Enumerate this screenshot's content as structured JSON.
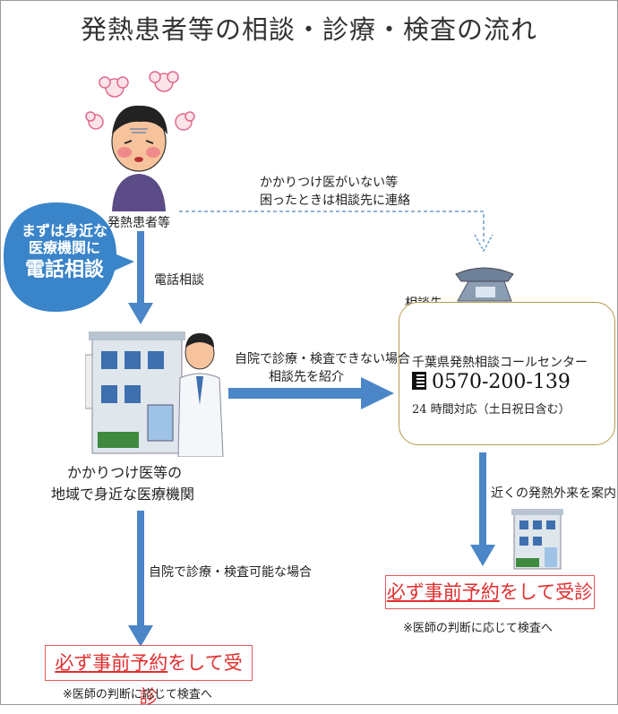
{
  "title": "発熱患者等の相談・診療・検査の流れ",
  "patient_label": "発熱患者等",
  "no_doctor_note": {
    "line1": "かかりつけ医がいない等",
    "line2": "困ったときは相談先に連絡"
  },
  "bubble": {
    "line1": "まずは身近な",
    "line2": "医療機関に",
    "line3": "電話相談"
  },
  "phone_consult_label": "電話相談",
  "consult_label": "相談先",
  "referral_note": {
    "line1": "自院で診療・検査できない場合",
    "line2": "相談先を紹介"
  },
  "call_center": {
    "name": "千葉県発熱相談コールセンター",
    "phone": "0570-200-139",
    "hours": "24 時間対応（土日祝日含む）"
  },
  "clinic_label": {
    "line1": "かかりつけ医等の",
    "line2": "地域で身近な医療機関"
  },
  "guide_label": "近くの発熱外来を案内",
  "possible_label": "自院で診療・検査可能な場合",
  "reservation": {
    "underlined": "必ず事前予約",
    "rest": "をして受診"
  },
  "exam_note": "※医師の判断に応じて検査へ",
  "colors": {
    "arrow_blue": "#4a86c8",
    "bubble_blue": "#3a84c9",
    "reservation_red": "#e03030",
    "callcenter_border": "#b89a4e"
  },
  "icons": [
    "patient-illustration",
    "telephone-icon",
    "clinic-building",
    "doctor-illustration",
    "hospital-building"
  ]
}
